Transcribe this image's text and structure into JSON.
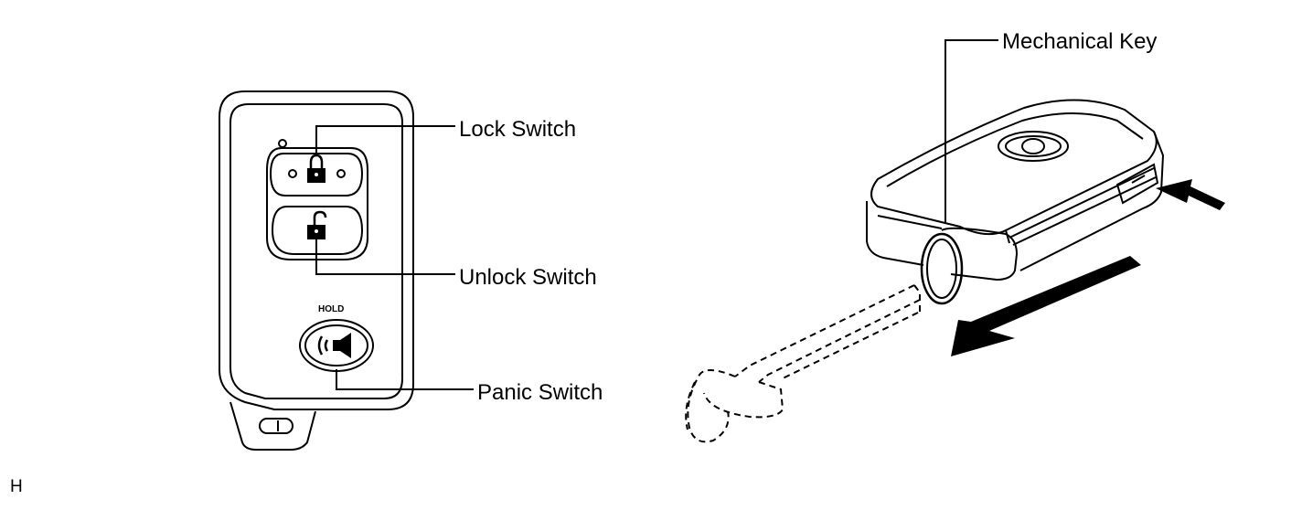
{
  "labels": {
    "lock_switch": "Lock Switch",
    "unlock_switch": "Unlock Switch",
    "panic_switch": "Panic Switch",
    "mechanical_key": "Mechanical Key",
    "hold": "HOLD"
  },
  "footer_code": "H"
}
